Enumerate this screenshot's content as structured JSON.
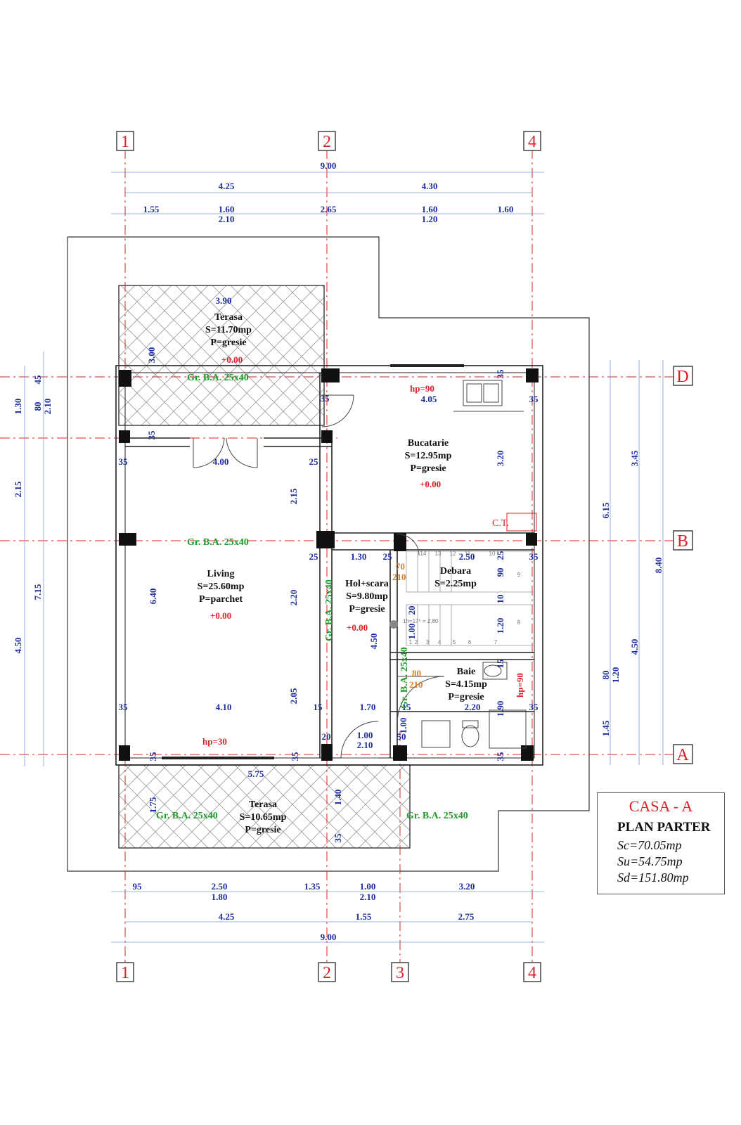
{
  "axes": {
    "top": [
      "1",
      "2",
      "4"
    ],
    "bottom": [
      "1",
      "2",
      "3",
      "4"
    ],
    "right": [
      "D",
      "B",
      "A"
    ]
  },
  "dims_top": {
    "total": "9.00",
    "row2": [
      "4.25",
      "4.30"
    ],
    "row3": [
      "1.55",
      "1.60",
      "2.10",
      "2.65",
      "1.60",
      "1.20",
      "1.60"
    ]
  },
  "dims_bottom": {
    "row1": [
      "95",
      "2.50",
      "1.80",
      "1.35",
      "1.00",
      "2.10",
      "3.20"
    ],
    "row2": [
      "4.25",
      "1.55",
      "2.75"
    ],
    "total": "9.00"
  },
  "dims_left": [
    "45",
    "80",
    "2.10",
    "1.30",
    "2.15",
    "7.15",
    "4.50"
  ],
  "dims_right": [
    "3.45",
    "6.15",
    "8.40",
    "4.50",
    "80",
    "1.20",
    "1.45"
  ],
  "interior_dims": {
    "terrace_top_width": "3.90",
    "terrace_top_depth": "3.00",
    "d35_a": "35",
    "d35_b": "35",
    "d35_c": "35",
    "d35_d": "35",
    "living_width_top": "4.00",
    "d25_a": "25",
    "d215": "2.15",
    "d640": "6.40",
    "d220": "2.20",
    "d205": "2.05",
    "d35_e": "35",
    "living_width_bottom": "4.10",
    "d15_a": "15",
    "d170": "1.70",
    "d15_b": "15",
    "d220b": "2.20",
    "d35_f": "35",
    "d20_a": "20",
    "door_100": "1.00",
    "door_210": "2.10",
    "d50": "50",
    "d35_g": "35",
    "d35_h": "35",
    "d35_i": "35",
    "terrace_bottom_width": "5.75",
    "d175": "1.75",
    "d140": "1.40",
    "d35_j": "35",
    "kitchen_405": "4.05",
    "kitchen_320": "3.20",
    "d35_k": "35",
    "d35_l": "35",
    "d25_b": "25",
    "d130": "1.30",
    "d25_c": "25",
    "d250": "2.50",
    "d25_d": "25",
    "d90": "90",
    "d10": "10",
    "d120": "1.20",
    "d15_c": "15",
    "d190": "1.90",
    "d35_m": "35",
    "d20_b": "20",
    "d100": "1.00",
    "d450": "4.50",
    "d100b": "1.00"
  },
  "beams": {
    "top": "Gr. B.A. 25x40",
    "mid": "Gr. B.A. 25x40",
    "vertical_a": "Gr. B.A. 25x40",
    "vertical_b": "Gr. B.A. 25x40",
    "bottom_left": "Gr. B.A. 25x40",
    "bottom_right": "Gr. B.A. 25x40"
  },
  "rooms": {
    "terasa_top": {
      "name": "Terasa",
      "area": "S=11.70mp",
      "floor": "P=gresie",
      "level": "+0.00"
    },
    "bucatarie": {
      "name": "Bucatarie",
      "area": "S=12.95mp",
      "floor": "P=gresie",
      "level": "+0.00"
    },
    "living": {
      "name": "Living",
      "area": "S=25.60mp",
      "floor": "P=parchet",
      "level": "+0.00"
    },
    "hol": {
      "name": "Hol+scara",
      "area": "S=9.80mp",
      "floor": "P=gresie",
      "level": "+0.00"
    },
    "debara": {
      "name": "Debara",
      "area": "S=2.25mp"
    },
    "baie": {
      "name": "Baie",
      "area": "S=4.15mp",
      "floor": "P=gresie"
    },
    "terasa_bottom": {
      "name": "Terasa",
      "area": "S=10.65mp",
      "floor": "P=gresie"
    }
  },
  "marks": {
    "hp90_kitchen": "hp=90",
    "hp90_bath": "hp=90",
    "hp30": "hp=30",
    "ct": "C.T.",
    "door_70": "70",
    "door_210a": "210",
    "door_80": "80",
    "door_210b": "210",
    "stair_label": "1h=17⁵ = 2.80"
  },
  "stair_numbers": [
    "14",
    "13",
    "12",
    "11",
    "10",
    "9",
    "8",
    "7",
    "6",
    "5",
    "4",
    "3",
    "2",
    "1"
  ],
  "title": {
    "project": "CASA - A",
    "plan": "PLAN PARTER",
    "sc": "Sc=70.05mp",
    "su": "Su=54.75mp",
    "sd": "Sd=151.80mp"
  },
  "colors": {
    "axis": "#d8232a",
    "dimension": "#1d2e9c",
    "beam": "#1f9a2a",
    "door_mark": "#d5812a"
  }
}
